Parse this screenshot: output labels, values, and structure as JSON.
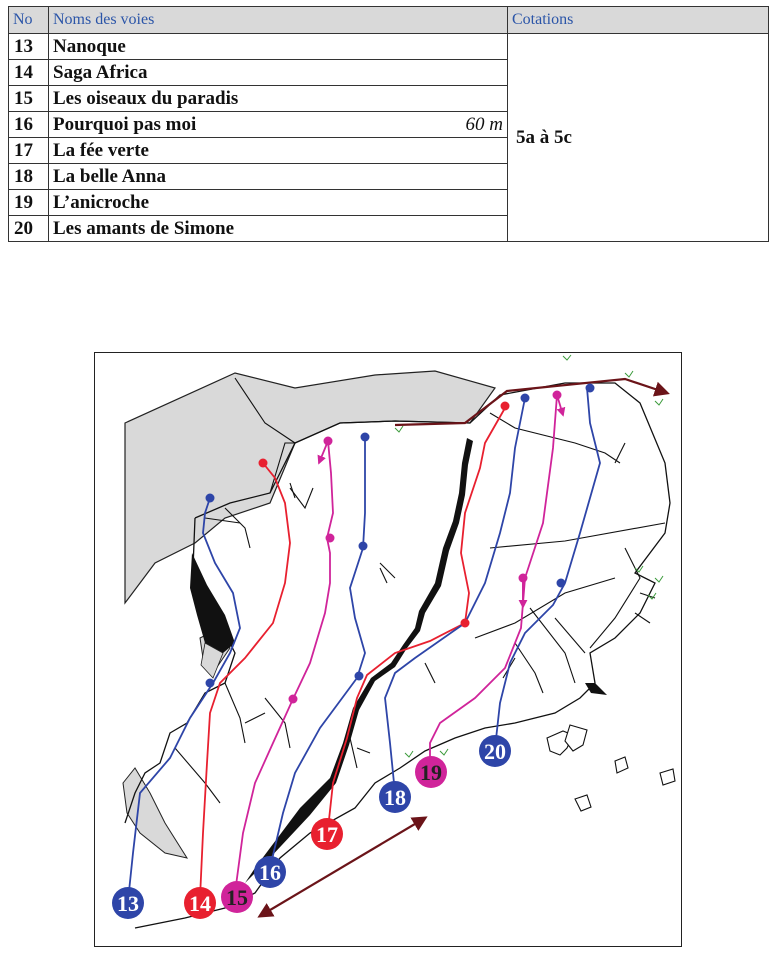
{
  "table": {
    "headers": {
      "no": "No",
      "name": "Noms des voies",
      "grade": "Cotations"
    },
    "rows": [
      {
        "no": "13",
        "name": "Nanoque",
        "length": ""
      },
      {
        "no": "14",
        "name": "Saga Africa",
        "length": ""
      },
      {
        "no": "15",
        "name": "Les oiseaux du paradis",
        "length": ""
      },
      {
        "no": "16",
        "name": "Pourquoi pas moi",
        "length": "60 m"
      },
      {
        "no": "17",
        "name": "La fée verte",
        "length": ""
      },
      {
        "no": "18",
        "name": "La belle Anna",
        "length": ""
      },
      {
        "no": "19",
        "name": "L’anicroche",
        "length": ""
      },
      {
        "no": "20",
        "name": "Les amants de Simone",
        "length": ""
      }
    ],
    "grade": "5a à 5c"
  },
  "colors": {
    "blue": "#2e45a8",
    "red": "#e8202f",
    "magenta": "#d0249a",
    "maroon": "#6b1419",
    "rock_shade": "#d9d9d9",
    "vegetation": "#3a9a3a"
  },
  "topo": {
    "route_markers": [
      {
        "label": "13",
        "color": "blue"
      },
      {
        "label": "14",
        "color": "red"
      },
      {
        "label": "15",
        "color": "magenta"
      },
      {
        "label": "16",
        "color": "blue"
      },
      {
        "label": "17",
        "color": "red"
      },
      {
        "label": "18",
        "color": "blue"
      },
      {
        "label": "19",
        "color": "magenta"
      },
      {
        "label": "20",
        "color": "blue"
      }
    ]
  }
}
